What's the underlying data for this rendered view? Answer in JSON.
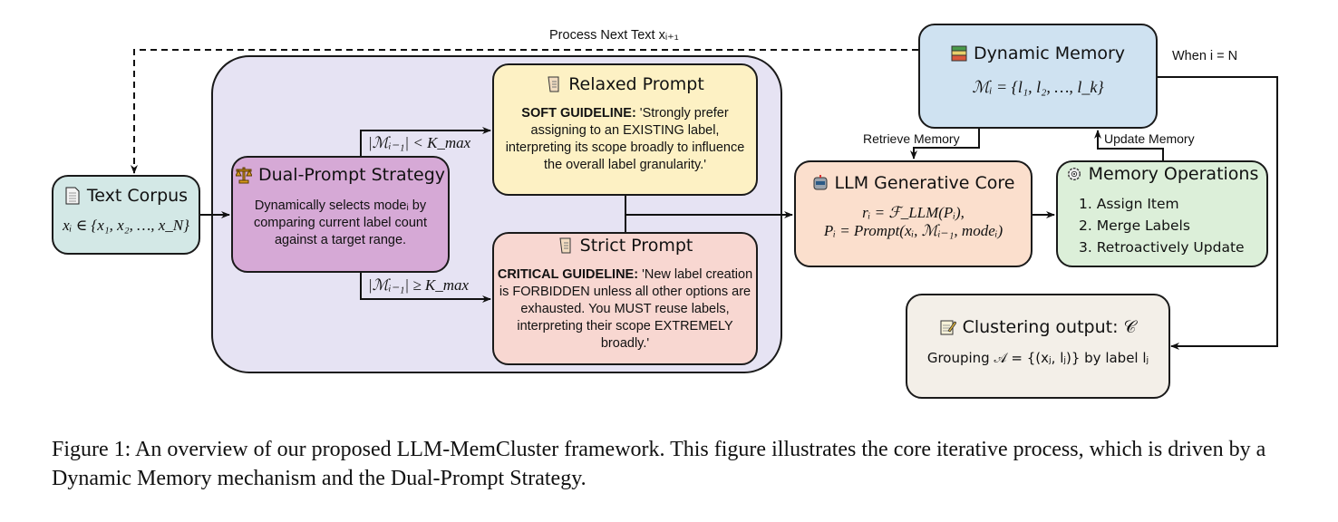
{
  "top_loop_label": "Process Next Text xᵢ₊₁",
  "end_label": "When i = N",
  "retrieve_label": "Retrieve Memory",
  "update_label": "Update Memory",
  "cond_lt": "|ℳᵢ₋₁| < K_max",
  "cond_ge": "|ℳᵢ₋₁| ≥ K_max",
  "text_corpus": {
    "icon": "document-icon",
    "title": "Text Corpus",
    "math": "xᵢ ∈ {x₁, x₂, …, x_N}",
    "color": "#d3e8e6"
  },
  "dual_prompt": {
    "icon": "scales-icon",
    "title": "Dual-Prompt Strategy",
    "text": "Dynamically selects modeᵢ by comparing current label count against a target range.",
    "color": "#d6a9d6"
  },
  "relaxed": {
    "icon": "scroll-icon",
    "title": "Relaxed Prompt",
    "bold": "SOFT GUIDELINE:",
    "text": " 'Strongly prefer assigning to an EXISTING label, interpreting its scope broadly to influence the overall label granularity.'",
    "color": "#fdf1c4"
  },
  "strict": {
    "icon": "scroll-icon",
    "title": "Strict Prompt",
    "bold": "CRITICAL GUIDELINE:",
    "text": " 'New label creation is FORBIDDEN unless all other options are exhausted. You MUST reuse labels, interpreting their scope EXTREMELY broadly.'",
    "color": "#f8d7d1"
  },
  "container_color": "#e6e3f3",
  "llm_core": {
    "icon": "robot-icon",
    "title": "LLM Generative Core",
    "math1": "rᵢ = ℱ_LLM(Pᵢ),",
    "math2": "Pᵢ = Prompt(xᵢ, ℳᵢ₋₁, modeᵢ)",
    "color": "#fbdfcd"
  },
  "dynamic_memory": {
    "icon": "books-icon",
    "title": "Dynamic Memory",
    "math": "ℳᵢ = {l₁, l₂, …, l_k}",
    "color": "#cfe2f1"
  },
  "memory_ops": {
    "icon": "gear-icon",
    "title": "Memory Operations",
    "items": [
      "1. Assign Item",
      "2. Merge Labels",
      "3. Retroactively Update"
    ],
    "color": "#dcefd9"
  },
  "clustering": {
    "icon": "memo-icon",
    "title": "Clustering output: 𝒞",
    "text": "Grouping 𝒜 = {(xⱼ, lⱼ)} by label lⱼ",
    "color": "#f3efe8"
  },
  "caption": "Figure 1: An overview of our proposed LLM-MemCluster framework. This figure illustrates the core iterative process, which is driven by a Dynamic Memory mechanism and the Dual-Prompt Strategy."
}
